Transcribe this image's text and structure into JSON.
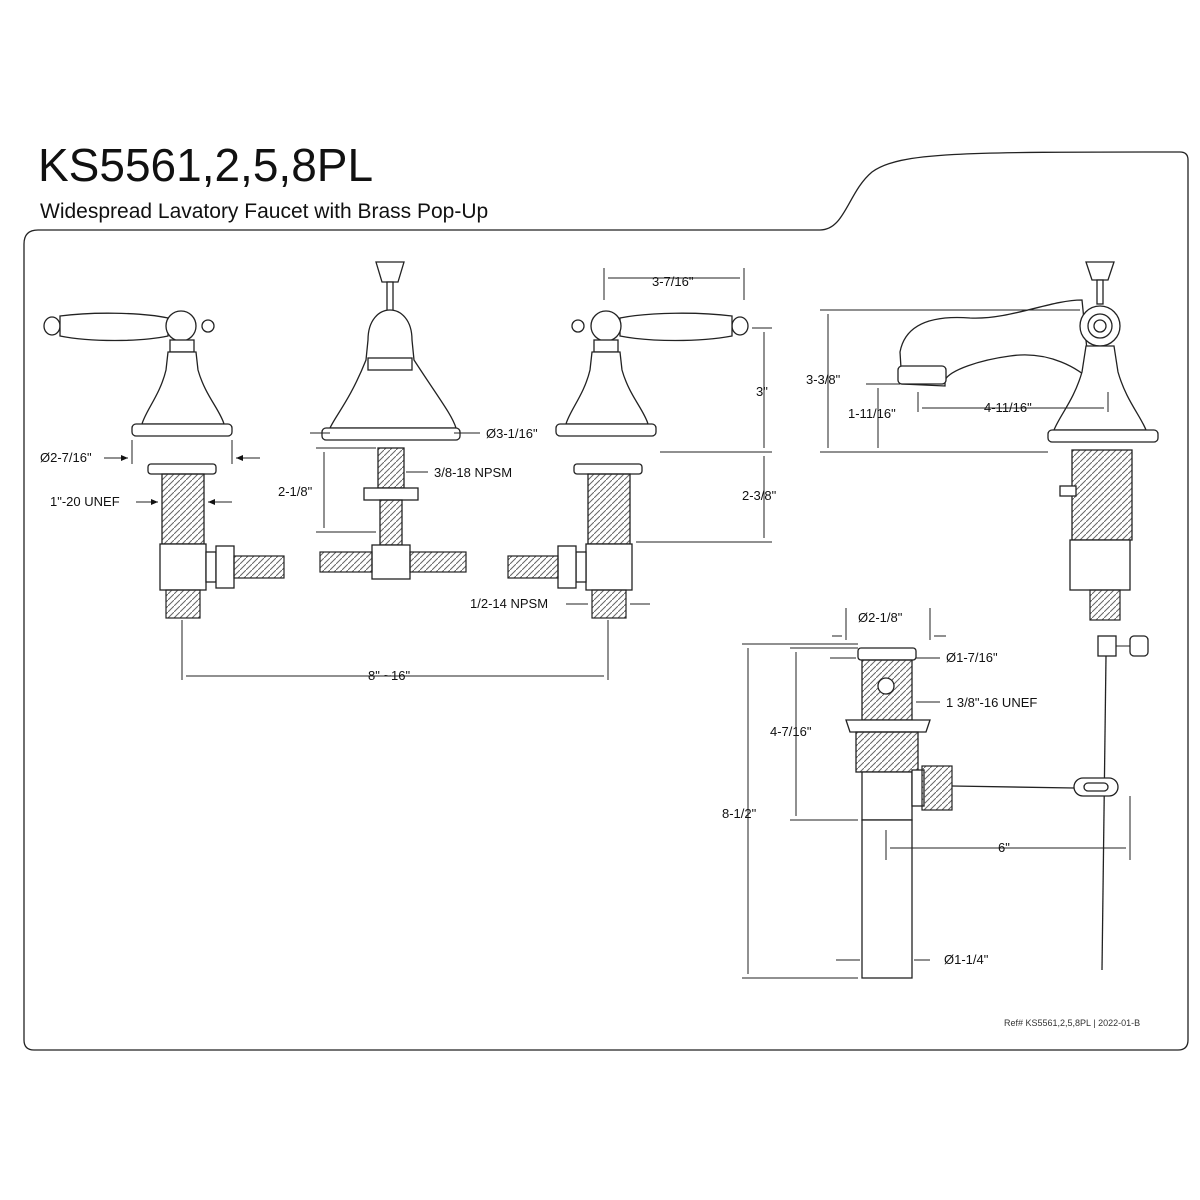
{
  "header": {
    "title": "KS5561,2,5,8PL",
    "subtitle": "Widespread Lavatory Faucet with Brass Pop-Up"
  },
  "dimensions": {
    "handle_base_dia": "Ø2-7/16\"",
    "handle_thread": "1\"-20 UNEF",
    "spout_base_dia": "Ø3-1/16\"",
    "spout_thread": "3/8-18 NPSM",
    "spout_shank": "2-1/8\"",
    "handle_reach": "3-7/16\"",
    "handle_height": "3\"",
    "shank_length": "2-3/8\"",
    "inlet_thread": "1/2-14 NPSM",
    "spread": "8\" ~16\"",
    "spout_height": "3-3/8\"",
    "spout_clearance": "1-11/16\"",
    "spout_reach": "4-11/16\"",
    "drain_flange_dia": "Ø2-1/8\"",
    "drain_body_dia": "Ø1-7/16\"",
    "drain_thread": "1 3/8\"-16 UNEF",
    "drain_upper": "4-7/16\"",
    "drain_total": "8-1/2\"",
    "rod_length": "6\"",
    "tailpiece_dia": "Ø1-1/4\""
  },
  "footer": {
    "reference": "Ref# KS5561,2,5,8PL | 2022-01-B"
  }
}
